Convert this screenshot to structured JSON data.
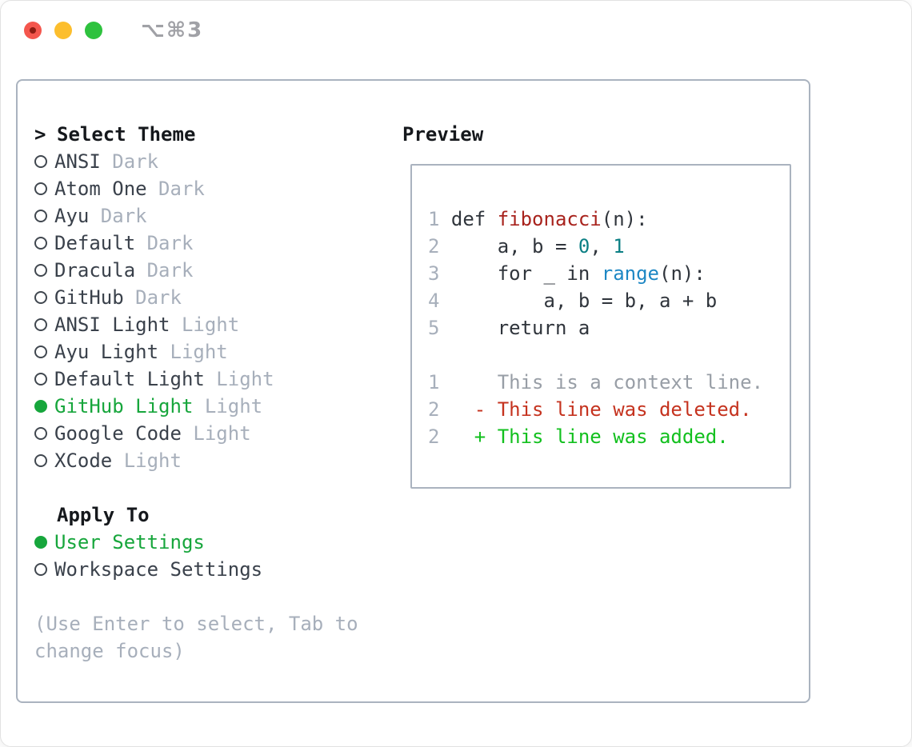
{
  "window": {
    "shortcut": "⌥⌘3"
  },
  "colors": {
    "heading": "#15181c",
    "list_text": "#3a414b",
    "muted": "#a7afbb",
    "select_green": "#17a63c",
    "code_text": "#30353c",
    "func_red": "#a8231d",
    "const_teal": "#0b7f84",
    "builtin_blue": "#1d87c4",
    "ctx_gray": "#989ea6",
    "diff_del": "#c5331f",
    "diff_add": "#12c01e",
    "panel_border": "#aab3bf",
    "light_red": "#f4564d",
    "light_yellow": "#fcbe2d",
    "light_green": "#2ec23e"
  },
  "theme_panel": {
    "title_prefix": ">",
    "title": "Select Theme",
    "themes": [
      {
        "name": "ANSI",
        "variant": "Dark",
        "selected": false
      },
      {
        "name": "Atom One",
        "variant": "Dark",
        "selected": false
      },
      {
        "name": "Ayu",
        "variant": "Dark",
        "selected": false
      },
      {
        "name": "Default",
        "variant": "Dark",
        "selected": false
      },
      {
        "name": "Dracula",
        "variant": "Dark",
        "selected": false
      },
      {
        "name": "GitHub",
        "variant": "Dark",
        "selected": false
      },
      {
        "name": "ANSI Light",
        "variant": "Light",
        "selected": false
      },
      {
        "name": "Ayu Light",
        "variant": "Light",
        "selected": false
      },
      {
        "name": "Default Light",
        "variant": "Light",
        "selected": false
      },
      {
        "name": "GitHub Light",
        "variant": "Light",
        "selected": true
      },
      {
        "name": "Google Code",
        "variant": "Light",
        "selected": false
      },
      {
        "name": "XCode",
        "variant": "Light",
        "selected": false
      }
    ],
    "apply_to": {
      "title": "Apply To",
      "options": [
        {
          "label": "User Settings",
          "selected": true
        },
        {
          "label": "Workspace Settings",
          "selected": false
        }
      ]
    },
    "hint_lines": [
      "(Use Enter to select, Tab to",
      "change focus)"
    ]
  },
  "preview": {
    "title": "Preview",
    "code_lines": [
      [],
      [
        {
          "t": "1 ",
          "c": "num"
        },
        {
          "t": "def ",
          "c": "code"
        },
        {
          "t": "fibonacci",
          "c": "fn"
        },
        {
          "t": "(n):",
          "c": "code"
        }
      ],
      [
        {
          "t": "2 ",
          "c": "num"
        },
        {
          "t": "    a, b = ",
          "c": "code"
        },
        {
          "t": "0",
          "c": "const"
        },
        {
          "t": ", ",
          "c": "code"
        },
        {
          "t": "1",
          "c": "const"
        }
      ],
      [
        {
          "t": "3 ",
          "c": "num"
        },
        {
          "t": "    for _ in ",
          "c": "code"
        },
        {
          "t": "range",
          "c": "builtin"
        },
        {
          "t": "(n):",
          "c": "code"
        }
      ],
      [
        {
          "t": "4 ",
          "c": "num"
        },
        {
          "t": "        a, b = b, a + b",
          "c": "code"
        }
      ],
      [
        {
          "t": "5 ",
          "c": "num"
        },
        {
          "t": "    return a",
          "c": "code"
        }
      ],
      [],
      [
        {
          "t": "1   ",
          "c": "num"
        },
        {
          "t": "  This is a context line.",
          "c": "ctx"
        }
      ],
      [
        {
          "t": "2   ",
          "c": "num"
        },
        {
          "t": "- This line was deleted.",
          "c": "del"
        }
      ],
      [
        {
          "t": "2   ",
          "c": "num"
        },
        {
          "t": "+ This line was added.",
          "c": "add"
        }
      ],
      []
    ]
  }
}
